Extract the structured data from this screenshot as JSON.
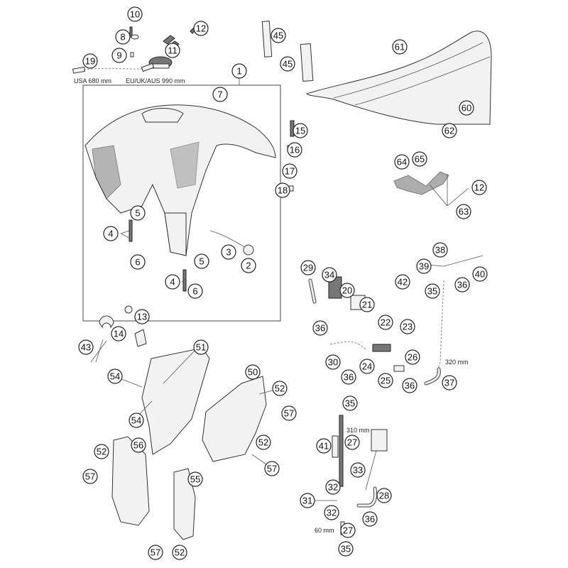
{
  "diagram": {
    "title": "Fuel tank, seat, cover - exploded parts diagram"
  },
  "callouts": [
    "10",
    "8",
    "12",
    "11",
    "9",
    "19",
    "1",
    "7",
    "45",
    "45",
    "61",
    "60",
    "62",
    "15",
    "16",
    "17",
    "18",
    "64",
    "65",
    "12",
    "63",
    "5",
    "4",
    "6",
    "3",
    "2",
    "5",
    "4",
    "6",
    "29",
    "34",
    "38",
    "39",
    "40",
    "42",
    "35",
    "36",
    "20",
    "21",
    "36",
    "22",
    "23",
    "30",
    "24",
    "26",
    "36",
    "25",
    "36",
    "37",
    "13",
    "14",
    "43",
    "51",
    "50",
    "54",
    "52",
    "57",
    "54",
    "56",
    "52",
    "52",
    "57",
    "57",
    "55",
    "57",
    "52",
    "35",
    "27",
    "41",
    "33",
    "28",
    "32",
    "31",
    "32",
    "36",
    "27",
    "35"
  ],
  "labels": {
    "usa_length": "USA 680 mm",
    "eu_length": "EU/UK/AUS 990 mm",
    "hose_320": "320 mm",
    "hose_310": "310 mm",
    "hose_60": "60 mm"
  }
}
